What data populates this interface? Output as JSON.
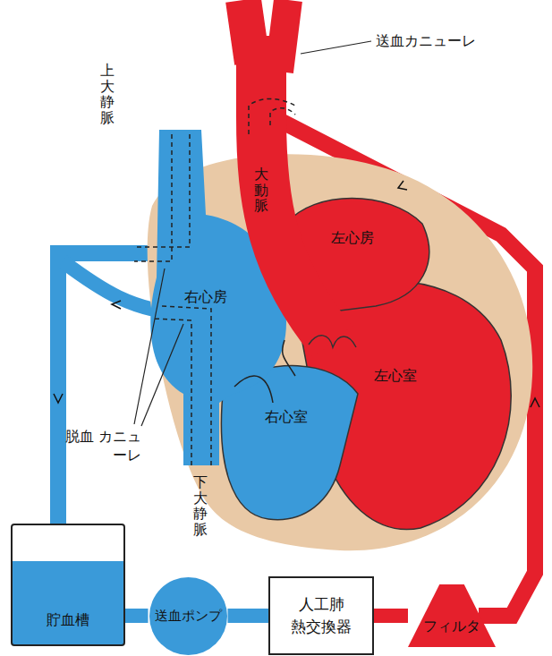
{
  "diagram": {
    "nodes": [
      {
        "text": [
          "貯血槽"
        ]
      },
      {
        "text": [
          "送血ポンプ"
        ]
      },
      {
        "text": [
          "人工肺 熱交換器"
        ]
      },
      {
        "text": [
          "フィルタ"
        ]
      }
    ],
    "edges": [
      {
        "from": 0,
        "to": 1,
        "arrow": "none"
      },
      {
        "from": 1,
        "to": 2,
        "arrow": "none"
      },
      {
        "from": 2,
        "to": 3,
        "arrow": "none"
      }
    ],
    "labels": [
      "送血カニューレ",
      "上大静脈",
      "大動脈",
      "左心房",
      "右心房",
      "左心室",
      "右心室",
      "脱血 カニューレ",
      "下大静脈"
    ]
  }
}
